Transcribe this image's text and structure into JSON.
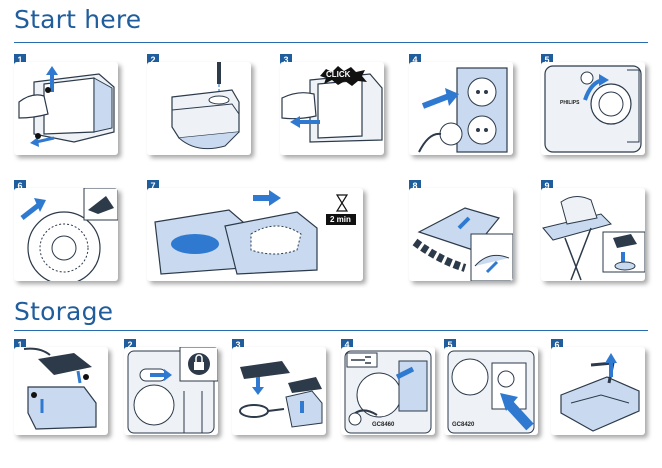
{
  "sections": {
    "start_title": "Start here",
    "storage_title": "Storage"
  },
  "start_steps": [
    "1",
    "2",
    "3",
    "4",
    "5",
    "6",
    "7",
    "8",
    "9"
  ],
  "storage_steps": [
    "1",
    "2",
    "3",
    "4",
    "5",
    "6"
  ],
  "labels": {
    "click": "CLICK",
    "brand": "PHILIPS",
    "timer": "2 min",
    "model_a": "GC8460",
    "model_b": "GC8420"
  },
  "colors": {
    "accent": "#1f5d9c",
    "line_art": "#2c3a4a",
    "blue_fill": "#c9daf0",
    "arrow": "#2f7ad0"
  },
  "icons": {
    "timer": "hourglass-icon",
    "lock": "lock-icon",
    "cord": "power-cord-icon"
  }
}
